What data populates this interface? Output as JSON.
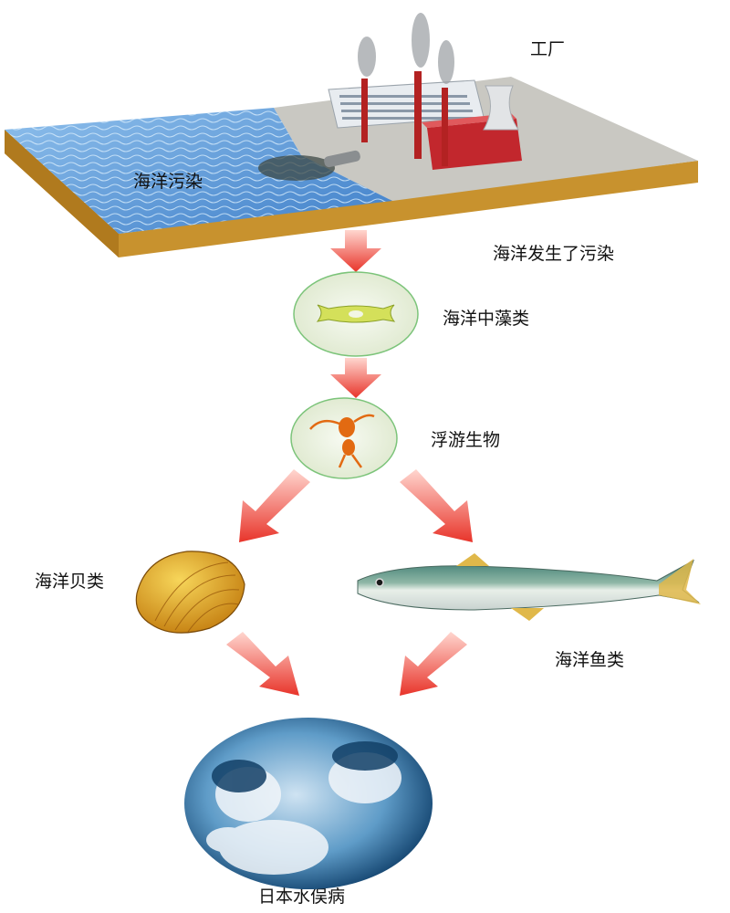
{
  "labels": {
    "factory": "工厂",
    "sea_pollution": "海洋污染",
    "sea_polluted": "海洋发生了污染",
    "algae": "海洋中藻类",
    "plankton": "浮游生物",
    "shellfish": "海洋贝类",
    "fish": "海洋鱼类",
    "minamata": "日本水俣病"
  },
  "colors": {
    "arrow": "#e8342a",
    "sea": "#5b9ad8",
    "ground": "#c9c8c2",
    "soil": "#c8922e",
    "chimney": "#b32222",
    "algae_bg": "#e6efd8",
    "photo_tint": "#2d6f9e"
  }
}
